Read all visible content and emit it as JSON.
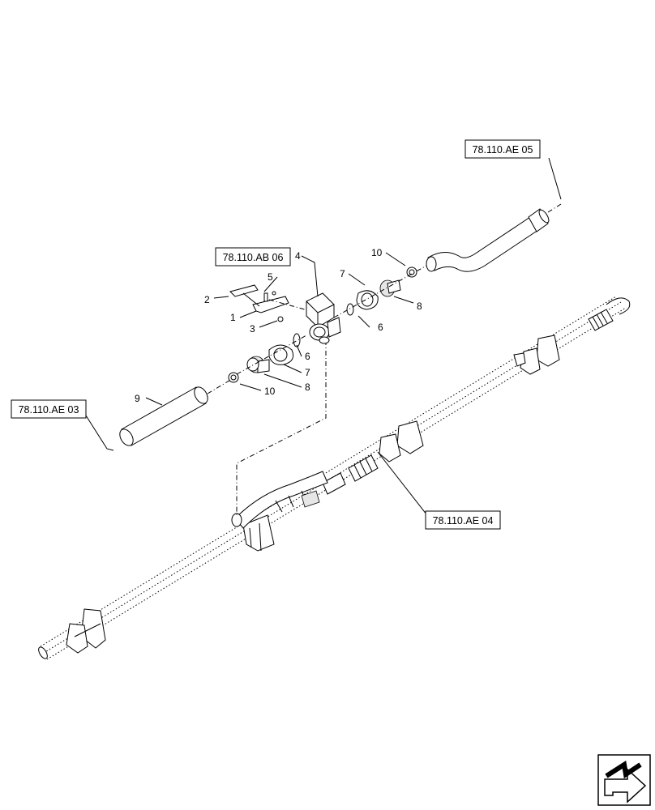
{
  "references": {
    "ae05": "78.110.AE 05",
    "ab06": "78.110.AB 06",
    "ae03": "78.110.AE 03",
    "ae04": "78.110.AE 04"
  },
  "callouts": {
    "c1": "1",
    "c2": "2",
    "c3": "3",
    "c4": "4",
    "c5": "5",
    "c6a": "6",
    "c6b": "6",
    "c7a": "7",
    "c7b": "7",
    "c8a": "8",
    "c8b": "8",
    "c9": "9",
    "c10a": "10",
    "c10b": "10"
  },
  "icons": {
    "nav": "next-page-arrow-icon"
  }
}
